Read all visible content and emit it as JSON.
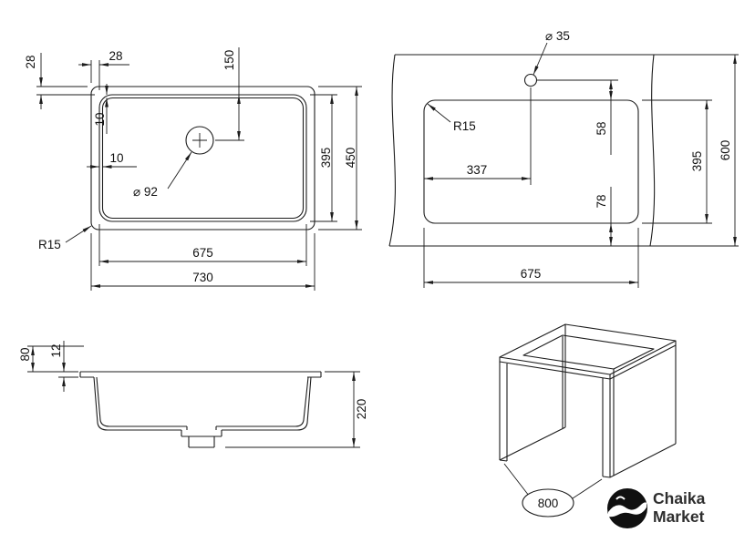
{
  "views": {
    "top": {
      "dims": {
        "rim_offset_left": "28",
        "rim_offset_top": "28",
        "drain_from_top": "150",
        "edge_gap_v": "10",
        "edge_gap_h": "10",
        "drain_diameter": "⌀ 92",
        "corner_radius": "R15",
        "bowl_width": "675",
        "overall_width": "730",
        "bowl_depth": "395",
        "overall_depth": "450"
      }
    },
    "cutout": {
      "dims": {
        "faucet_hole_diameter": "⌀ 35",
        "corner_radius": "R15",
        "faucet_from_left": "337",
        "faucet_to_cutout": "58",
        "cutout_to_front": "78",
        "cutout_depth": "395",
        "counter_depth": "600",
        "cutout_width": "675"
      }
    },
    "section": {
      "dims": {
        "rim_height": "80",
        "rim_thickness": "12",
        "overall_height": "220"
      }
    },
    "cabinet": {
      "dims": {
        "cabinet_width": "800"
      }
    }
  },
  "logo": {
    "name_line1": "Chaika",
    "name_line2": "Market"
  },
  "colors": {
    "line": "#1c1c1c",
    "logo_mark": "#101010",
    "logo_text": "#2e2e2e"
  }
}
